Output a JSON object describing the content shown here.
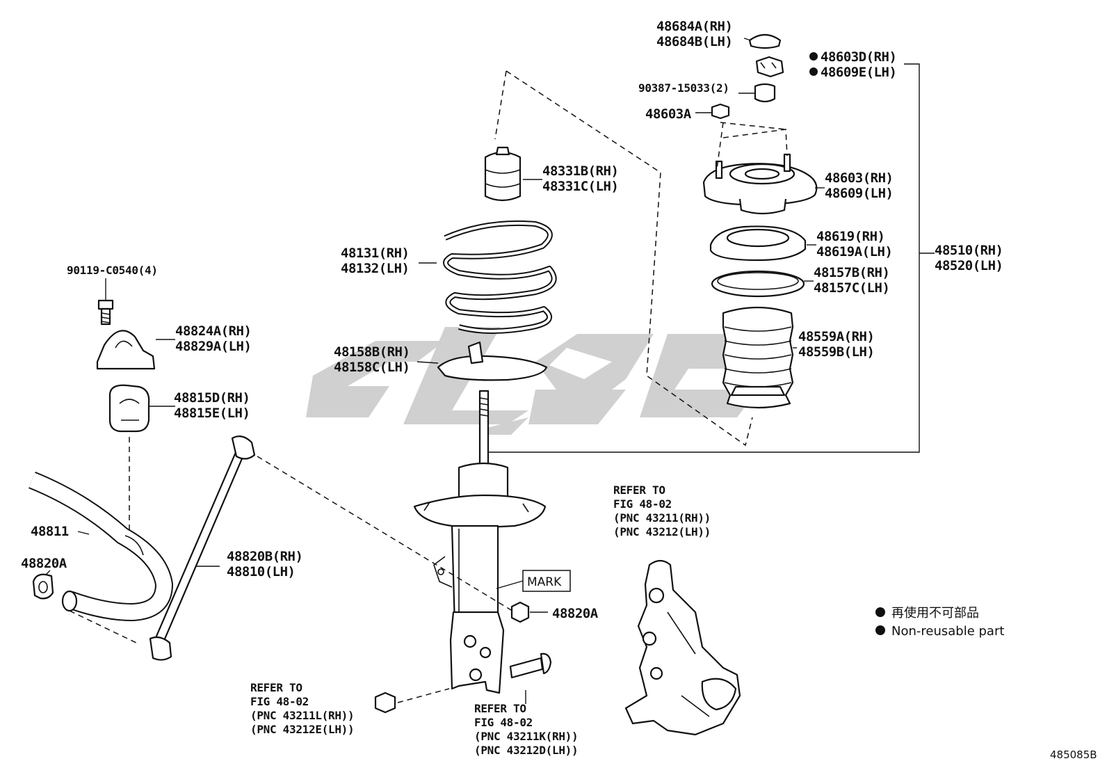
{
  "labels": {
    "p48684": [
      "48684A(RH)",
      "48684B(LH)"
    ],
    "p48603d": [
      "48603D(RH)",
      "48609E(LH)"
    ],
    "p90387": "90387-15033(2)",
    "p48603a": "48603A",
    "p48331": [
      "48331B(RH)",
      "48331C(LH)"
    ],
    "p48603": [
      "48603(RH)",
      "48609(LH)"
    ],
    "p48619": [
      "48619(RH)",
      "48619A(LH)"
    ],
    "p48131": [
      "48131(RH)",
      "48132(LH)"
    ],
    "p48510": [
      "48510(RH)",
      "48520(LH)"
    ],
    "p48157": [
      "48157B(RH)",
      "48157C(LH)"
    ],
    "p90119": "90119-C0540(4)",
    "p48824": [
      "48824A(RH)",
      "48829A(LH)"
    ],
    "p48559": [
      "48559A(RH)",
      "48559B(LH)"
    ],
    "p48158": [
      "48158B(RH)",
      "48158C(LH)"
    ],
    "p48815": [
      "48815D(RH)",
      "48815E(LH)"
    ],
    "p48811": "48811",
    "p48820a_left": "48820A",
    "p48820": [
      "48820B(RH)",
      "48810(LH)"
    ],
    "p48820a_right": "48820A",
    "mark": "MARK"
  },
  "references": {
    "knuckle": [
      "REFER TO",
      "FIG 48-02",
      "(PNC 43211(RH))",
      "(PNC 43212(LH))"
    ],
    "nut": [
      "REFER TO",
      "FIG 48-02",
      "(PNC 43211L(RH))",
      "(PNC 43212E(LH))"
    ],
    "bolt": [
      "REFER TO",
      "FIG 48-02",
      "(PNC 43211K(RH))",
      "(PNC 43212D(LH))"
    ]
  },
  "legend": {
    "symbol": "●",
    "line1": "再使用不可部品",
    "line2": "Non-reusable part"
  },
  "figure_id": "485085B",
  "watermark_text": "ejlg0"
}
